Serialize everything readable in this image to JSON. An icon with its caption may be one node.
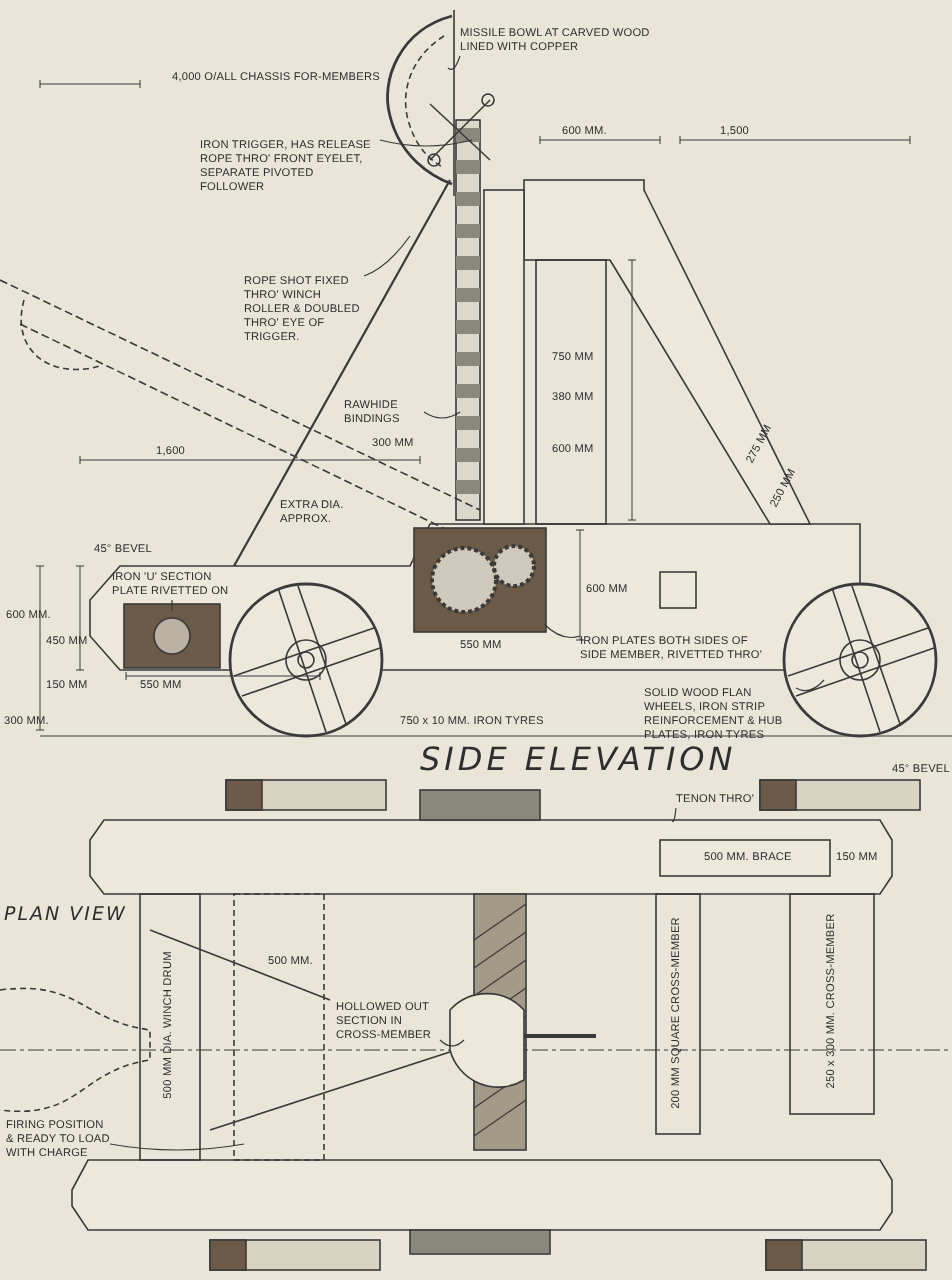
{
  "diagram": {
    "nodes": [
      {
        "text": [
          "MISSILE BOWL AT CARVED WOOD LINED WITH COPPER"
        ]
      },
      {
        "text": [
          "IRON TRIGGER, HAS RELEASE ROPE THRO' FRONT EYELET, SEPARATE PIVOTED FOLLOWER"
        ]
      },
      {
        "text": [
          "ROPE SHOT FIXED THRO' WINCH ROLLER & DOUBLED THRO' EYE OF TRIGGER."
        ]
      },
      {
        "text": [
          "RAWHIDE BINDINGS"
        ]
      },
      {
        "text": [
          "EXTRA DIA. APPROX."
        ]
      },
      {
        "text": [
          "IRON 'U' SECTION PLATE RIVETTED ON"
        ]
      },
      {
        "text": [
          "IRON PLATES BOTH SIDES OF SIDE MEMBER, RIVETTED THRO'"
        ]
      },
      {
        "text": [
          "SOLID WOOD FLAN WHEELS, IRON STRIP REINFORCEMENT & HUB PLATES, IRON TYRES"
        ]
      },
      {
        "text": [
          "TENON THRO'"
        ]
      },
      {
        "text": [
          "HOLLOWED OUT SECTION IN CROSS-MEMBER"
        ]
      },
      {
        "text": [
          "FIRING POSITION & READY TO LOAD WITH CHARGE"
        ]
      }
    ],
    "edges": [
      {
        "from": 0,
        "to": null,
        "arrow": "none"
      },
      {
        "from": 1,
        "to": null,
        "arrow": "none"
      },
      {
        "from": 2,
        "to": null,
        "arrow": "none"
      },
      {
        "from": 3,
        "to": null,
        "arrow": "none"
      },
      {
        "from": 5,
        "to": null,
        "arrow": "none"
      },
      {
        "from": 6,
        "to": null,
        "arrow": "none"
      },
      {
        "from": 7,
        "to": null,
        "arrow": "none"
      },
      {
        "from": 8,
        "to": null,
        "arrow": "none"
      },
      {
        "from": 9,
        "to": null,
        "arrow": "none"
      },
      {
        "from": 10,
        "to": null,
        "arrow": "none"
      }
    ],
    "labels": [
      "4,000 O/ALL CHASSIS FOR-MEMBERS",
      "600 MM.",
      "1,500",
      "1,600",
      "300 MM",
      "750 MM",
      "380 MM",
      "600 MM",
      "275 MM",
      "250 MM",
      "45° BEVEL",
      "600 MM.",
      "450 MM",
      "150 MM",
      "550 MM",
      "300 MM.",
      "550 MM",
      "600 MM",
      "750 x 10 MM. IRON TYRES",
      "SIDE ELEVATION",
      "PLAN VIEW",
      "500 MM. BRACE",
      "150 MM",
      "500 MM.",
      "500 MM DIA. WINCH DRUM",
      "200 MM SQUARE CROSS-MEMBER",
      "250 x 300 MM. CROSS-MEMBER",
      "45° BEVEL"
    ]
  }
}
